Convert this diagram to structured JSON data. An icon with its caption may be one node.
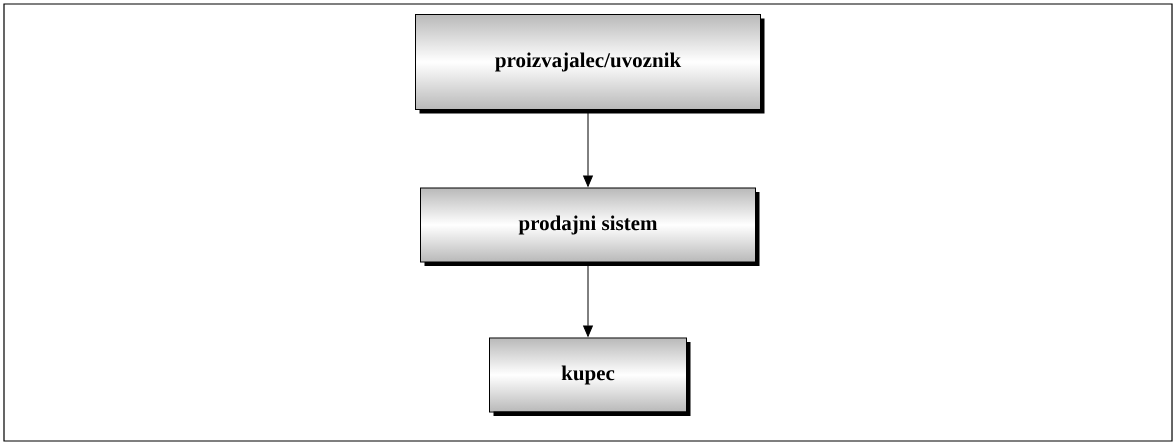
{
  "diagram": {
    "nodes": [
      {
        "text": [
          "proizvajalec/uvoznik"
        ]
      },
      {
        "text": [
          "prodajni sistem"
        ]
      },
      {
        "text": [
          "kupec"
        ]
      }
    ],
    "edges": [
      {
        "from": 0,
        "to": 1,
        "arrow": "to"
      },
      {
        "from": 1,
        "to": 2,
        "arrow": "to"
      }
    ]
  }
}
